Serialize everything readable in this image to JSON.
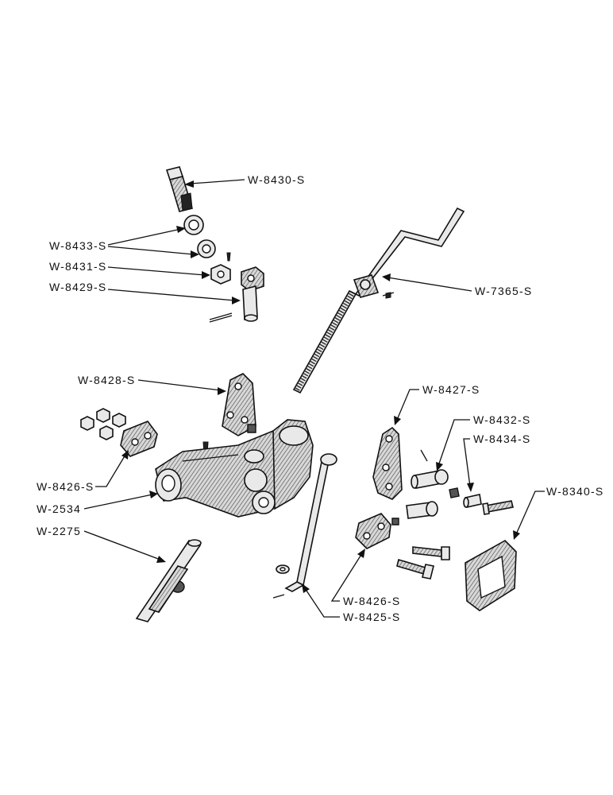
{
  "labels": {
    "w8430": "W-8430-S",
    "w8433": "W-8433-S",
    "w8431": "W-8431-S",
    "w8429": "W-8429-S",
    "w7365": "W-7365-S",
    "w8428": "W-8428-S",
    "w8427": "W-8427-S",
    "w8432": "W-8432-S",
    "w8434": "W-8434-S",
    "w8340": "W-8340-S",
    "w8426a": "W-8426-S",
    "w2534": "W-2534",
    "w2275": "W-2275",
    "w8426b": "W-8426-S",
    "w8425": "W-8425-S"
  }
}
